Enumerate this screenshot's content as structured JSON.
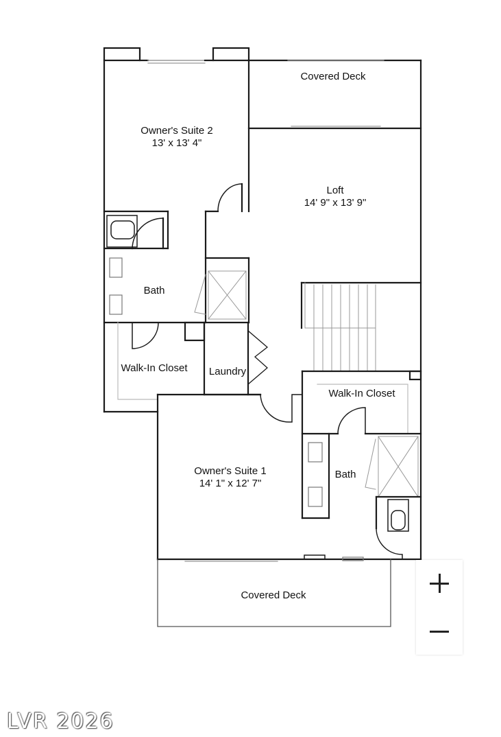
{
  "rooms": {
    "covered_deck_top": {
      "name": "Covered Deck"
    },
    "owners_suite_2": {
      "name": "Owner's Suite 2",
      "size": "13' x 13' 4\""
    },
    "loft": {
      "name": "Loft",
      "size": "14' 9\" x 13' 9\""
    },
    "bath_upper": {
      "name": "Bath"
    },
    "walk_in_closet_left": {
      "name": "Walk-In Closet"
    },
    "laundry": {
      "name": "Laundry"
    },
    "walk_in_closet_right": {
      "name": "Walk-In Closet"
    },
    "owners_suite_1": {
      "name": "Owner's Suite 1",
      "size": "14' 1\" x 12' 7\""
    },
    "bath_lower": {
      "name": "Bath"
    },
    "covered_deck_bottom": {
      "name": "Covered Deck"
    }
  },
  "zoom": {
    "in_icon": "plus-icon",
    "out_icon": "minus-icon"
  },
  "watermark": "LVR 2026"
}
